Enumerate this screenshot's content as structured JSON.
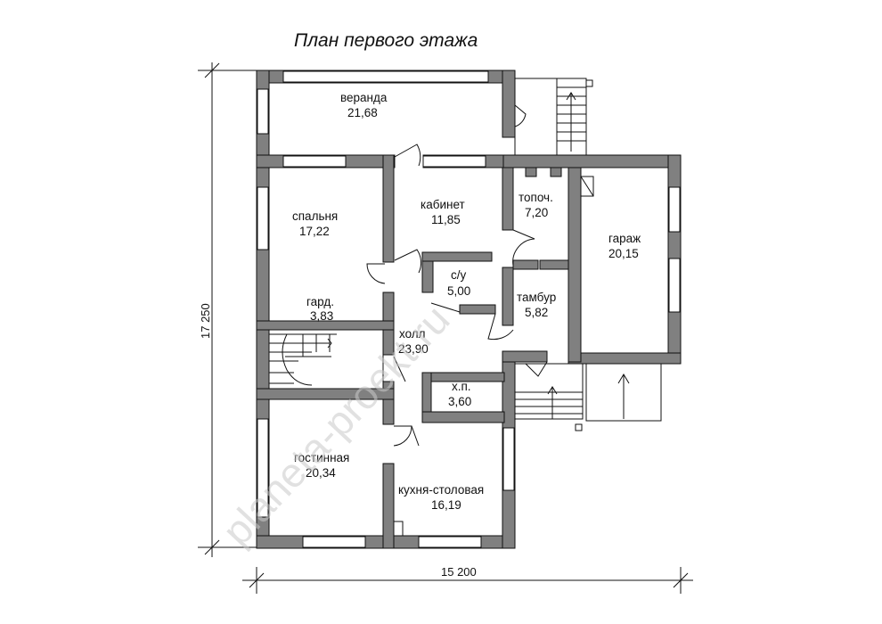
{
  "title": "План первого этажа",
  "rooms": {
    "veranda": {
      "name": "веранда",
      "area": "21,68"
    },
    "bedroom": {
      "name": "спальня",
      "area": "17,22"
    },
    "office": {
      "name": "кабинет",
      "area": "11,85"
    },
    "boiler": {
      "name": "топоч.",
      "area": "7,20"
    },
    "garage": {
      "name": "гараж",
      "area": "20,15"
    },
    "wc": {
      "name": "с/у",
      "area": "5,00"
    },
    "wardrobe": {
      "name": "гард.",
      "area": "3,83"
    },
    "vestibule": {
      "name": "тамбур",
      "area": "5,82"
    },
    "hall": {
      "name": "холл",
      "area": "23,90"
    },
    "pantry": {
      "name": "х.п.",
      "area": "3,60"
    },
    "living": {
      "name": "гостинная",
      "area": "20,34"
    },
    "kitchen": {
      "name": "кухня-столовая",
      "area": "16,19"
    }
  },
  "dimensions": {
    "width": "15 200",
    "height": "17 250"
  },
  "watermark": "planeta-proekt.ru",
  "colors": {
    "wall": "#808080",
    "line": "#111111"
  }
}
